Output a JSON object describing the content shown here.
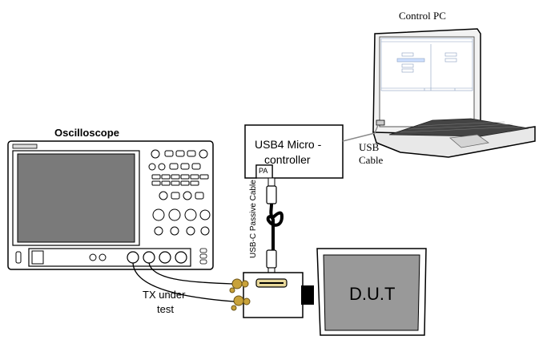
{
  "labels": {
    "control_pc": "Control PC",
    "oscilloscope": "Oscilloscope",
    "micro_line1": "USB4 Micro -",
    "micro_line2": "controller",
    "pa": "PA",
    "usb_line1": "USB",
    "usb_line2": "Cable",
    "passive_cable": "USB-C Passive Cable",
    "tx_line1": "TX under",
    "tx_line2": "test",
    "dut": "D.U.T"
  },
  "colors": {
    "line": "#000000",
    "screen": "#7a7a7a",
    "dut_screen": "#999999",
    "sma_gold": "#c8a23a",
    "gray_line": "#8a8a8a"
  }
}
